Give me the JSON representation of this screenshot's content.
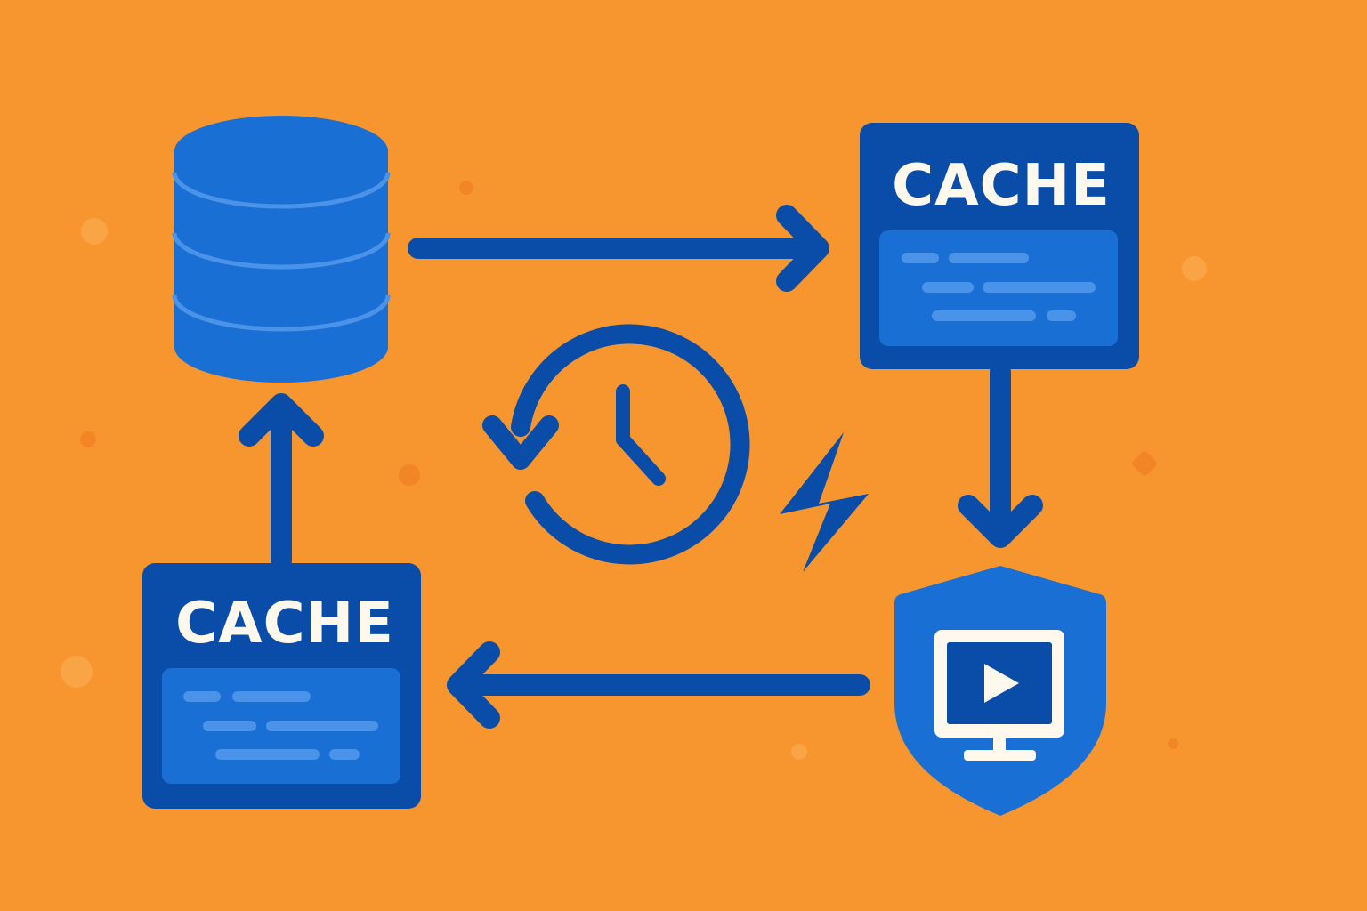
{
  "colors": {
    "background": "#F7962E",
    "primary_dark": "#0A4DA8",
    "primary": "#1A6FD4",
    "primary_light": "#4A93E8",
    "cream": "#FFF8EC"
  },
  "diagram": {
    "cache_top_right": {
      "title": "CACHE"
    },
    "cache_bottom_left": {
      "title": "CACHE"
    },
    "icons": [
      "database-icon",
      "clock-refresh-icon",
      "lightning-icon",
      "shield-monitor-icon",
      "play-icon"
    ],
    "flow": [
      "database",
      "cache-top-right",
      "shield-monitor",
      "cache-bottom-left",
      "database"
    ]
  }
}
